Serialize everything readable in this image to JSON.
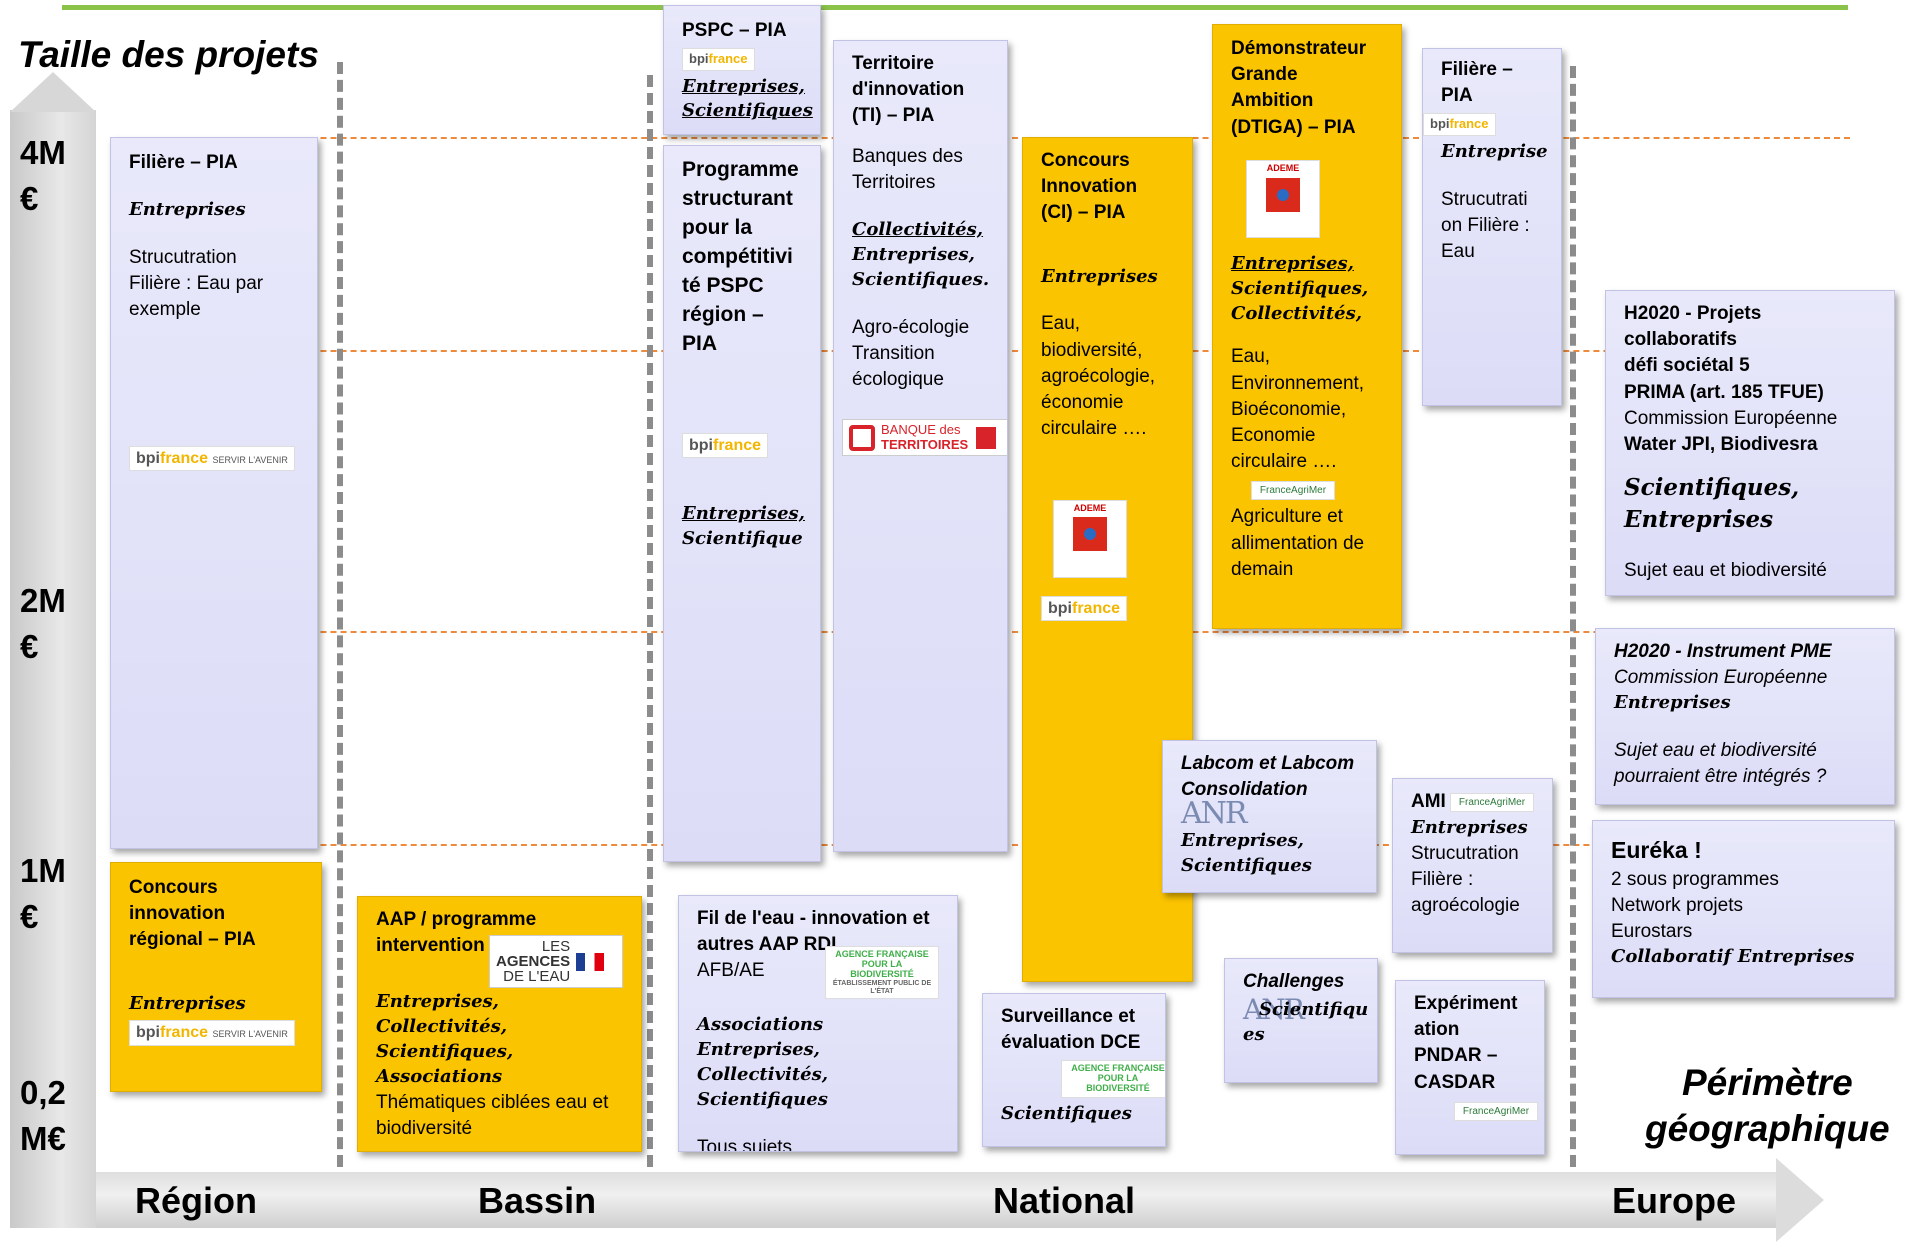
{
  "titles": {
    "size": "Taille des projets",
    "perimeter_line1": "Périmètre",
    "perimeter_line2": "géographique"
  },
  "y_axis": [
    {
      "line1": "4M",
      "line2": "€"
    },
    {
      "line1": "2M",
      "line2": "€"
    },
    {
      "line1": "1M",
      "line2": "€"
    },
    {
      "line1": "0,2",
      "line2": "M€"
    }
  ],
  "x_axis": [
    "Région",
    "Bassin",
    "National",
    "Europe"
  ],
  "logos": {
    "bpi": "bpi",
    "bpi_accent": "france",
    "bpi_sub": "SERVIR L'AVENIR",
    "ademe": "ADEME",
    "afb_line1": "AGENCE FRANÇAISE",
    "afb_line2": "POUR LA BIODIVERSITÉ",
    "afb_line3": "ÉTABLISSEMENT PUBLIC DE L'ÉTAT",
    "anr": "ANR",
    "banque_line1": "BANQUE des",
    "banque_line2": "TERRITOIRES",
    "agences_line1": "LES",
    "agences_line2": "AGENCES",
    "agences_line3": "DE L'EAU",
    "franceagrimer": "FranceAgriMer"
  },
  "boxes": {
    "filiere_region": {
      "title": "Filière – PIA",
      "bk": "Entreprises",
      "t1": "Strucutration",
      "t2": "Filière : Eau par",
      "t3": "exemple"
    },
    "concours_regional": {
      "t1": "Concours",
      "t2": "innovation",
      "t3": "régional – PIA",
      "bk": "Entreprises"
    },
    "aap_bassin": {
      "t1": "AAP / programme",
      "t2": "intervention",
      "bk1": "Entreprises, Collectivités,",
      "bk2": "Scientifiques,",
      "bk3": "Associations",
      "t3": "Thématiques ciblées eau et",
      "t4": "biodiversité"
    },
    "pspc_pia": {
      "title": "PSPC – PIA",
      "bk1": "Entreprises,",
      "bk2": "Scientifiques"
    },
    "pspc_region": {
      "t1": "Programme",
      "t2": "structurant",
      "t3": "pour la",
      "t4": "compétitivi",
      "t5": "té PSPC",
      "t6": "région – PIA",
      "bk1": "Entreprises,",
      "bk2": "Scientifique"
    },
    "territoire": {
      "t1": "Territoire",
      "t2": "d'innovation",
      "t3": "(TI) – PIA",
      "t4": "Banques des",
      "t5": "Territoires",
      "bk1": "Collectivités,",
      "bk2": "Entreprises,",
      "bk3": "Scientifiques.",
      "t6": "Agro-écologie",
      "t7": "Transition",
      "t8": "écologique"
    },
    "fil_eau": {
      "t1": "Fil de l'eau - innovation et",
      "t2": "autres AAP RDI",
      "t3": "AFB/AE",
      "bk1": "Associations Entreprises,",
      "bk2": "Collectivités,",
      "bk3": "Scientifiques",
      "t4": "Tous sujets"
    },
    "concours_innovation": {
      "t1": "Concours",
      "t2": "Innovation",
      "t3": "(CI) – PIA",
      "bk": "Entreprises",
      "t4": "Eau,",
      "t5": "biodiversité,",
      "t6": "agroécologie,",
      "t7": "économie",
      "t8": "circulaire …."
    },
    "surveillance": {
      "t1": "Surveillance et",
      "t2": "évaluation DCE",
      "bk": "Scientifiques"
    },
    "dtiga": {
      "t1": "Démonstrateur",
      "t2": "Grande",
      "t3": "Ambition",
      "t4": "(DTIGA) – PIA",
      "bk1": "Entreprises,",
      "bk2": "Scientifiques,",
      "bk3": "Collectivités,",
      "t5": "Eau,",
      "t6": "Environnement,",
      "t7": "Bioéconomie,",
      "t8": "Economie",
      "t9": "circulaire ….",
      "t10": "Agriculture et",
      "t11": "allimentation de",
      "t12": "demain"
    },
    "labcom": {
      "t1": "Labcom et Labcom",
      "t2": "Consolidation",
      "bk1": "Entreprises,",
      "bk2": "Scientifiques"
    },
    "challenges": {
      "t1": "Challenges",
      "bk1": "Scientifiqu",
      "bk2": "es"
    },
    "filiere_national": {
      "t1": "Filière –",
      "t2": "PIA",
      "bk": "Entreprise",
      "t3": "Strucutrati",
      "t4": "on Filière :",
      "t5": "Eau"
    },
    "ami": {
      "t1": "AMI",
      "bk": "Entreprises",
      "t2": "Strucutration",
      "t3": "Filière :",
      "t4": "agroécologie"
    },
    "experimentation": {
      "t1": "Expériment",
      "t2": "ation",
      "t3": "PNDAR –",
      "t4": "CASDAR"
    },
    "h2020_collab": {
      "t1": "H2020 - Projets collaboratifs",
      "t2": "défi sociétal 5",
      "t3": "PRIMA (art. 185 TFUE)",
      "t4": "Commission Européenne",
      "t5": "Water JPI, Biodivesra",
      "bk1": "Scientifiques,",
      "bk2": "Entreprises",
      "t6": "Sujet eau et biodiversité"
    },
    "h2020_pme": {
      "t1": "H2020 - Instrument PME",
      "t2": "Commission Européenne",
      "bk": "Entreprises",
      "t3": "Sujet eau et biodiversité",
      "t4": "pourraient être intégrés ?"
    },
    "eureka": {
      "t1": "Euréka !",
      "t2": "2 sous programmes",
      "t3": "Network projets",
      "t4": "Eurostars",
      "bk": "Collaboratif Entreprises"
    }
  },
  "colors": {
    "lavender": "#e2e2f8",
    "gold": "#fbc400",
    "orange_dash": "#ee8a3c",
    "green_line": "#8bc34a",
    "grey_dash": "#8c8c8c"
  }
}
